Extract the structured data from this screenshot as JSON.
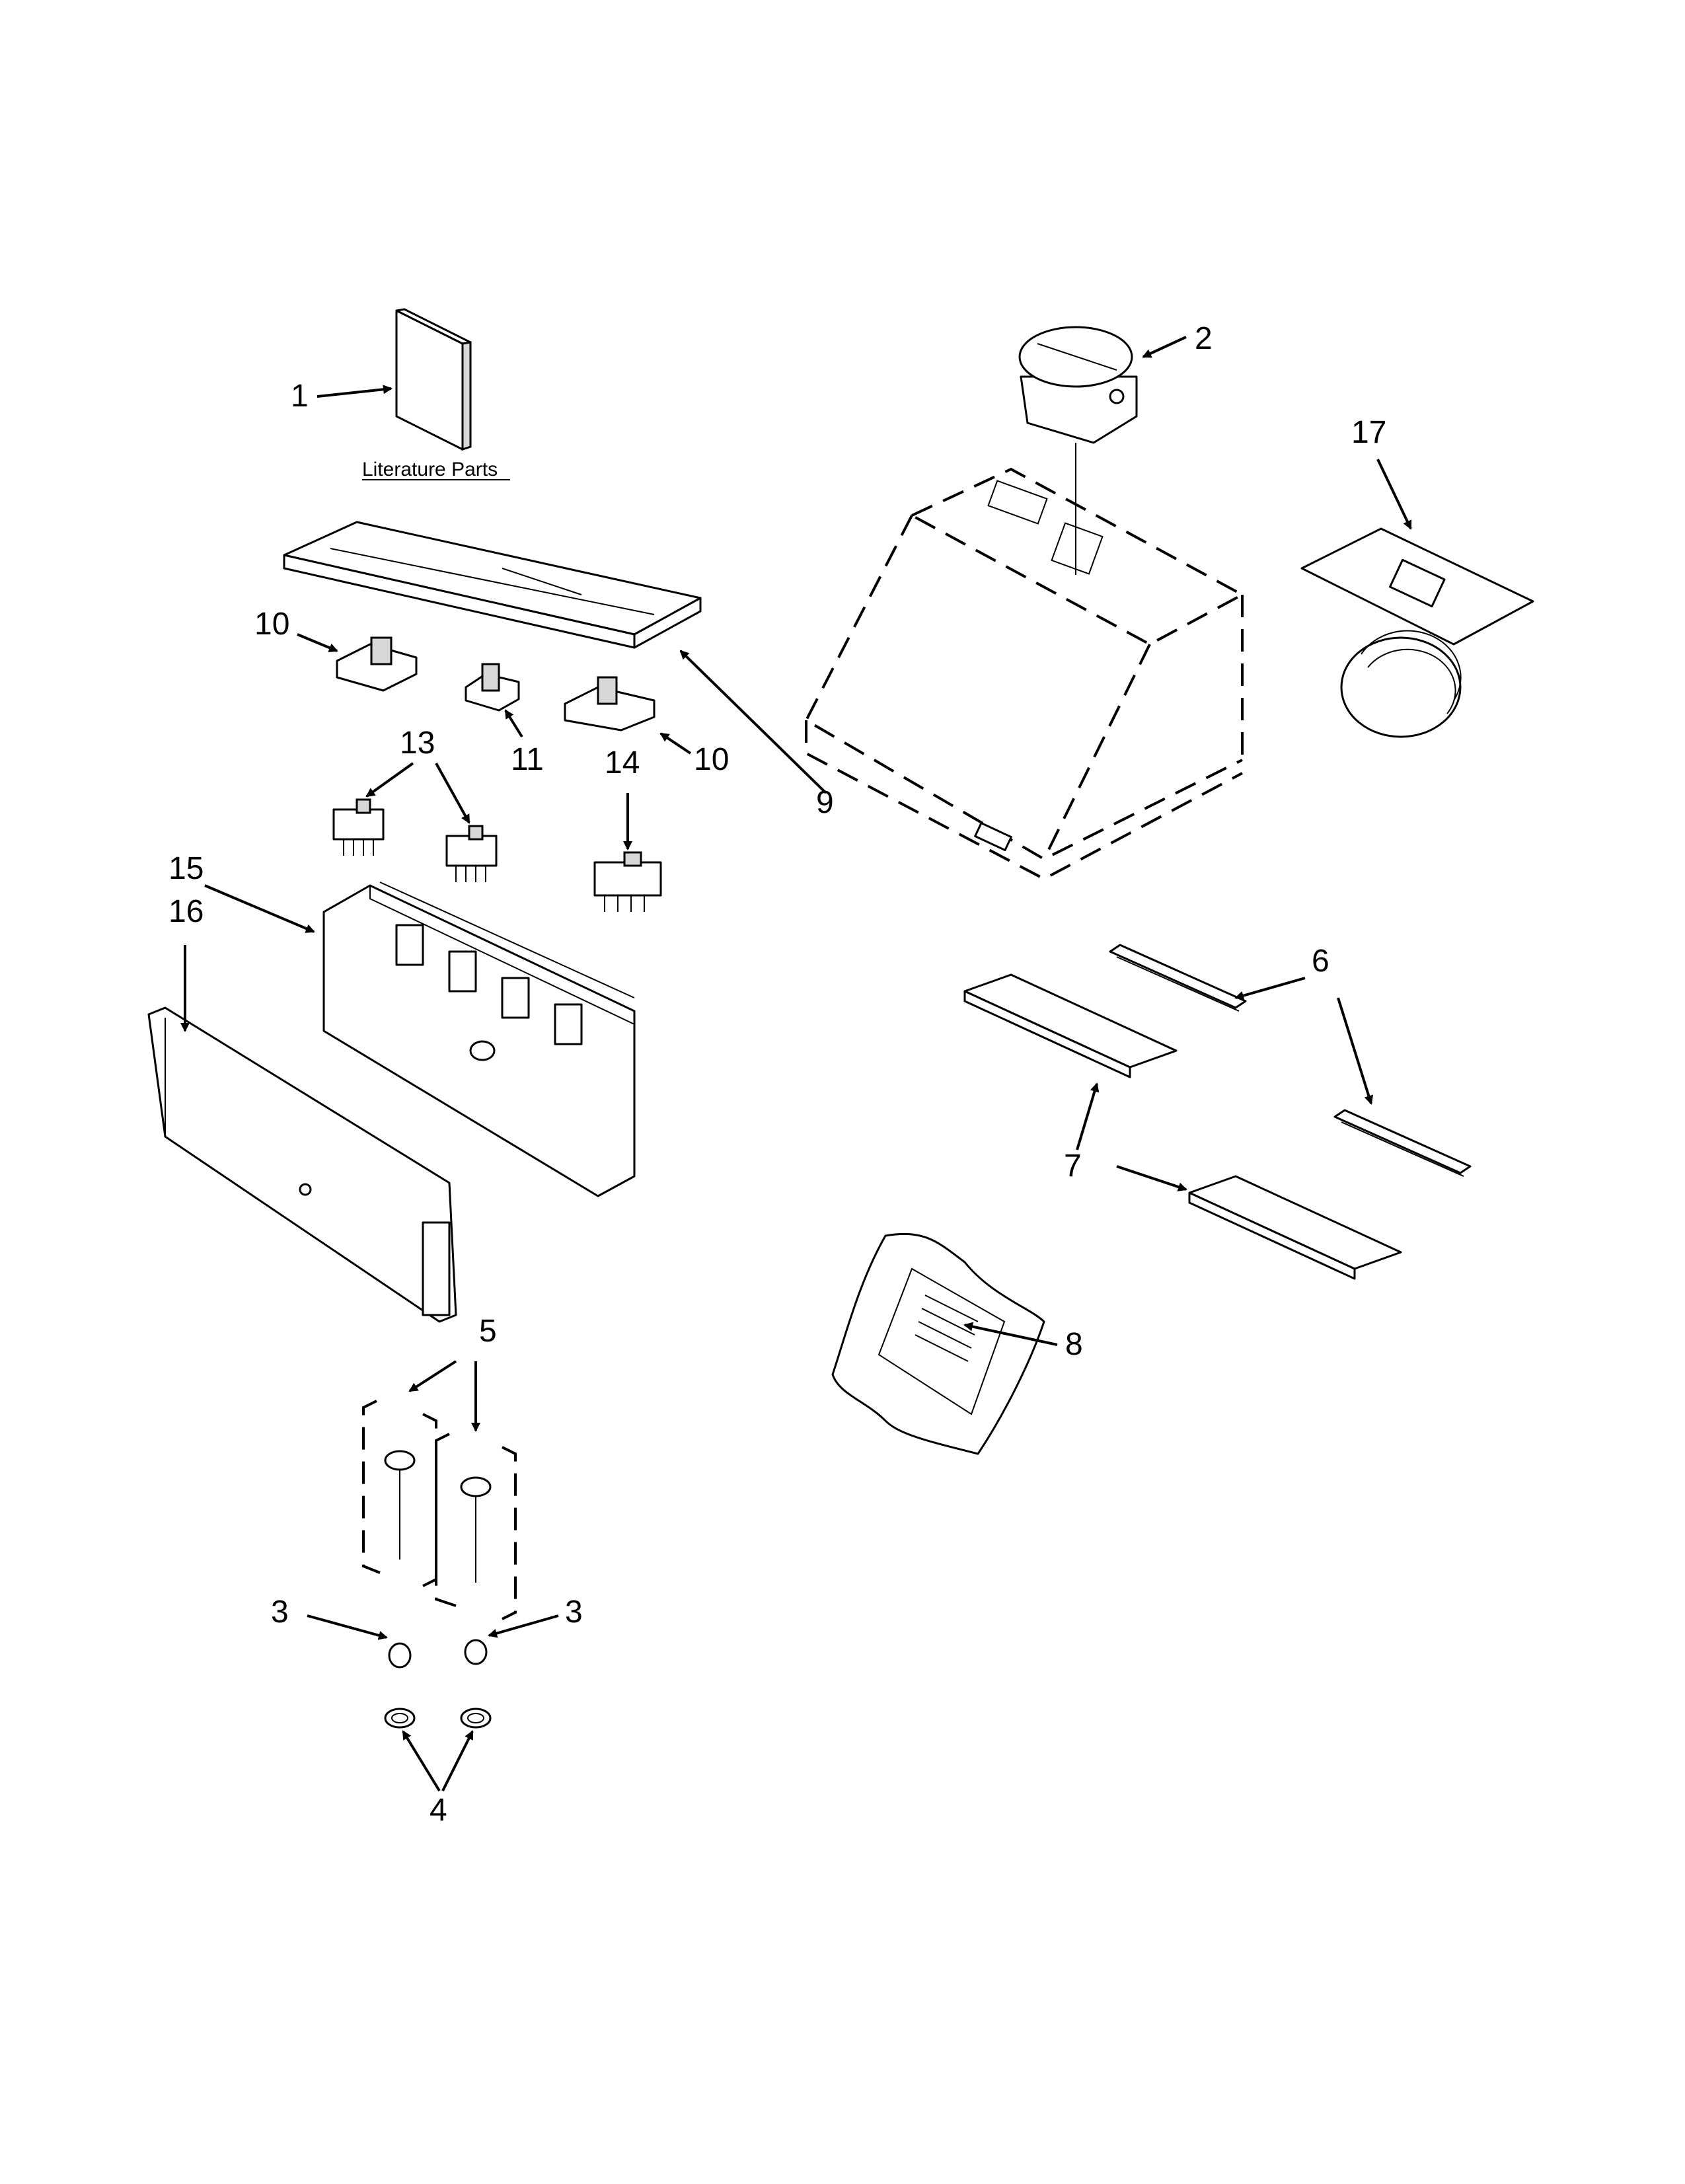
{
  "diagram": {
    "caption": "Literature Parts",
    "callouts": [
      {
        "id": "c1",
        "text": "1"
      },
      {
        "id": "c2",
        "text": "2"
      },
      {
        "id": "c3a",
        "text": "3"
      },
      {
        "id": "c3b",
        "text": "3"
      },
      {
        "id": "c4",
        "text": "4"
      },
      {
        "id": "c5",
        "text": "5"
      },
      {
        "id": "c6",
        "text": "6"
      },
      {
        "id": "c7",
        "text": "7"
      },
      {
        "id": "c8",
        "text": "8"
      },
      {
        "id": "c9",
        "text": "9"
      },
      {
        "id": "c10a",
        "text": "10"
      },
      {
        "id": "c10b",
        "text": "10"
      },
      {
        "id": "c11",
        "text": "11"
      },
      {
        "id": "c13",
        "text": "13"
      },
      {
        "id": "c14",
        "text": "14"
      },
      {
        "id": "c15",
        "text": "15"
      },
      {
        "id": "c16",
        "text": "16"
      },
      {
        "id": "c17",
        "text": "17"
      }
    ]
  }
}
